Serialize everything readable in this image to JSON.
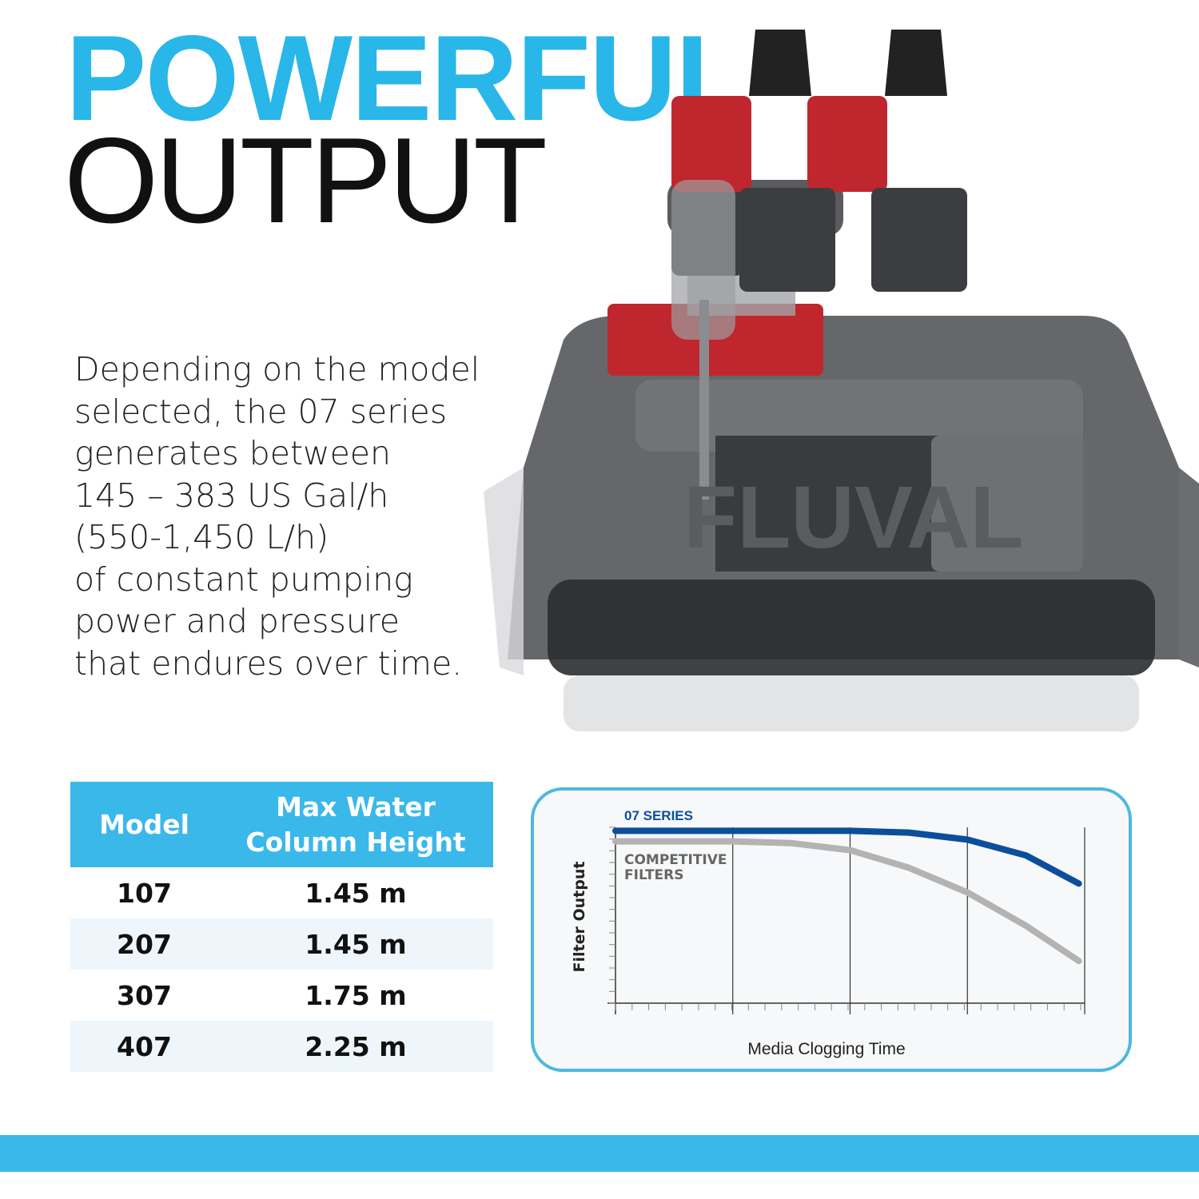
{
  "headline": {
    "line1": "POWERFUL",
    "line2": "OUTPUT"
  },
  "description": [
    "Depending on the model",
    "selected, the 07 series",
    "generates between",
    "145 – 383 US Gal/h",
    "(550-1,450 L/h)",
    "of constant pumping",
    "power and pressure",
    "that endures over time."
  ],
  "product_image": {
    "logo_text": "FLUVAL"
  },
  "spec_table": {
    "headers": [
      "Model",
      "Max Water Column Height"
    ],
    "rows": [
      [
        "107",
        "1.45 m"
      ],
      [
        "207",
        "1.45 m"
      ],
      [
        "307",
        "1.75 m"
      ],
      [
        "407",
        "2.25 m"
      ]
    ]
  },
  "colors": {
    "brand": "#29b6e8",
    "series_07": "#0b4f9c",
    "competitive": "#b3b3b3",
    "table_alt": "#eef6fc"
  },
  "chart_data": {
    "type": "line",
    "xlabel": "Media Clogging Time",
    "ylabel": "Filter Output",
    "xlim": [
      0,
      4
    ],
    "ylim": [
      0,
      1
    ],
    "grid": "vertical",
    "series": [
      {
        "name": "07 SERIES",
        "color": "#0b4f9c",
        "x": [
          0,
          1,
          2,
          2.5,
          3,
          3.5,
          3.95
        ],
        "y": [
          0.98,
          0.98,
          0.98,
          0.97,
          0.93,
          0.84,
          0.68
        ]
      },
      {
        "name": "COMPETITIVE FILTERS",
        "color": "#b3b3b3",
        "x": [
          0,
          1,
          1.5,
          2,
          2.5,
          3,
          3.5,
          3.95
        ],
        "y": [
          0.92,
          0.92,
          0.91,
          0.87,
          0.77,
          0.63,
          0.44,
          0.24
        ]
      }
    ]
  }
}
